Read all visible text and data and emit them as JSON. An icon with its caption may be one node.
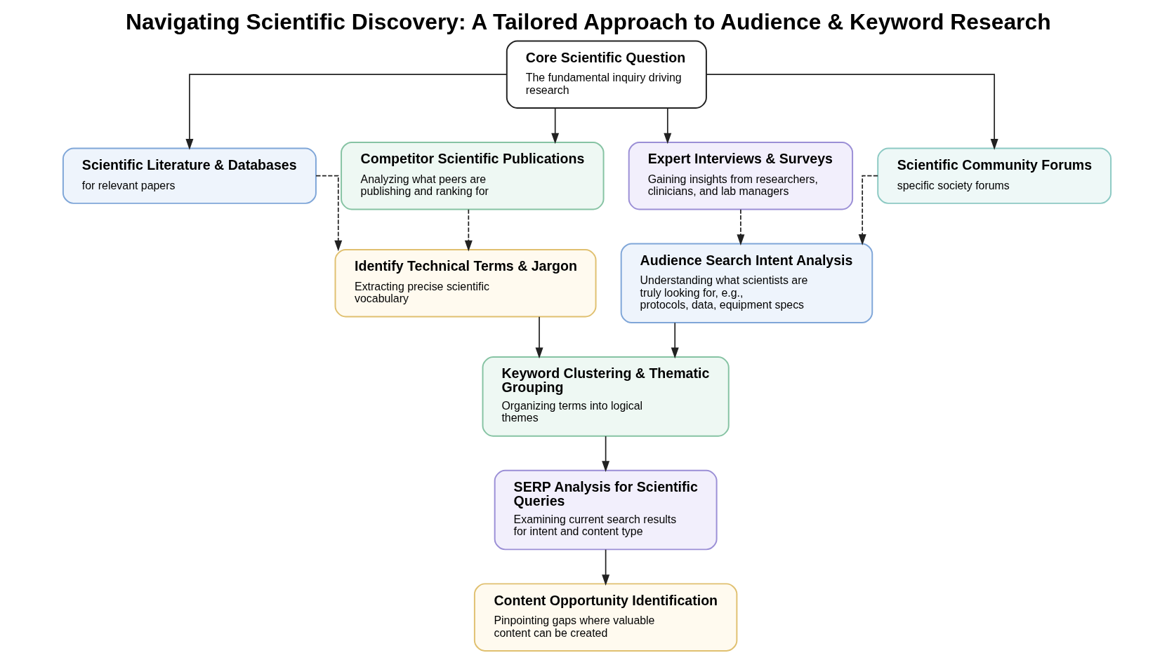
{
  "diagram": {
    "title": "Navigating Scientific Discovery: A Tailored Approach to Audience & Keyword Research",
    "nodes": [
      {
        "text": [
          "Core Scientific Question",
          "The fundamental inquiry driving research"
        ]
      },
      {
        "text": [
          "Scientific Literature & Databases",
          "for relevant papers"
        ]
      },
      {
        "text": [
          "Competitor Scientific Publications",
          "Analyzing what peers are publishing and ranking for"
        ]
      },
      {
        "text": [
          "Expert Interviews & Surveys",
          "Gaining insights from researchers, clinicians, and lab managers"
        ]
      },
      {
        "text": [
          "Scientific Community Forums",
          "specific society forums"
        ]
      },
      {
        "text": [
          "Identify Technical Terms & Jargon",
          "Extracting precise scientific vocabulary"
        ]
      },
      {
        "text": [
          "Audience Search Intent Analysis",
          "Understanding what scientists are truly looking for, e.g., protocols, data, equipment specs"
        ]
      },
      {
        "text": [
          "Keyword Clustering & Thematic Grouping",
          "Organizing terms into logical themes"
        ]
      },
      {
        "text": [
          "SERP Analysis for Scientific Queries",
          "Examining current search results for intent and content type"
        ]
      },
      {
        "text": [
          "Content Opportunity Identification",
          "Pinpointing gaps where valuable content can be created"
        ]
      }
    ],
    "edges": [
      {
        "from": 0,
        "to": 1,
        "arrow": "to"
      },
      {
        "from": 0,
        "to": 2,
        "arrow": "to"
      },
      {
        "from": 0,
        "to": 3,
        "arrow": "to"
      },
      {
        "from": 0,
        "to": 4,
        "arrow": "to"
      },
      {
        "from": 1,
        "to": 5,
        "arrow": "to",
        "style": "dashed"
      },
      {
        "from": 2,
        "to": 5,
        "arrow": "to",
        "style": "dashed"
      },
      {
        "from": 3,
        "to": 6,
        "arrow": "to",
        "style": "dashed"
      },
      {
        "from": 4,
        "to": 6,
        "arrow": "to",
        "style": "dashed"
      },
      {
        "from": 5,
        "to": 7,
        "arrow": "to"
      },
      {
        "from": 6,
        "to": 7,
        "arrow": "to"
      },
      {
        "from": 7,
        "to": 8,
        "arrow": "to"
      },
      {
        "from": 8,
        "to": 9,
        "arrow": "to"
      }
    ]
  }
}
